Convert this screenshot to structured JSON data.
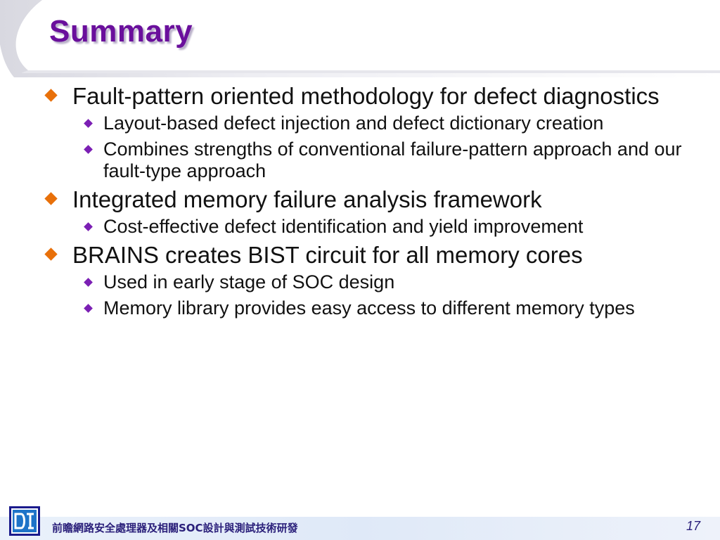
{
  "slide": {
    "title": "Summary",
    "bullets": [
      {
        "text": "Fault-pattern oriented methodology for defect diagnostics",
        "sub": [
          "Layout-based defect injection and defect dictionary creation",
          "Combines strengths of conventional failure-pattern approach and our fault-type approach"
        ]
      },
      {
        "text": "Integrated memory failure analysis framework",
        "sub": [
          "Cost-effective defect identification and yield improvement"
        ]
      },
      {
        "text": "BRAINS creates BIST circuit for all memory cores",
        "sub": [
          "Used in early stage of SOC design",
          "Memory library provides easy access to different memory types"
        ]
      }
    ]
  },
  "footer": {
    "text": "前瞻網路安全處理器及相關SOC設計與測試技術研發",
    "page_number": "17"
  },
  "colors": {
    "title": "#6a0f9c",
    "level1_bullet": "#e8700a",
    "level2_bullet": "#7b1fb4"
  }
}
